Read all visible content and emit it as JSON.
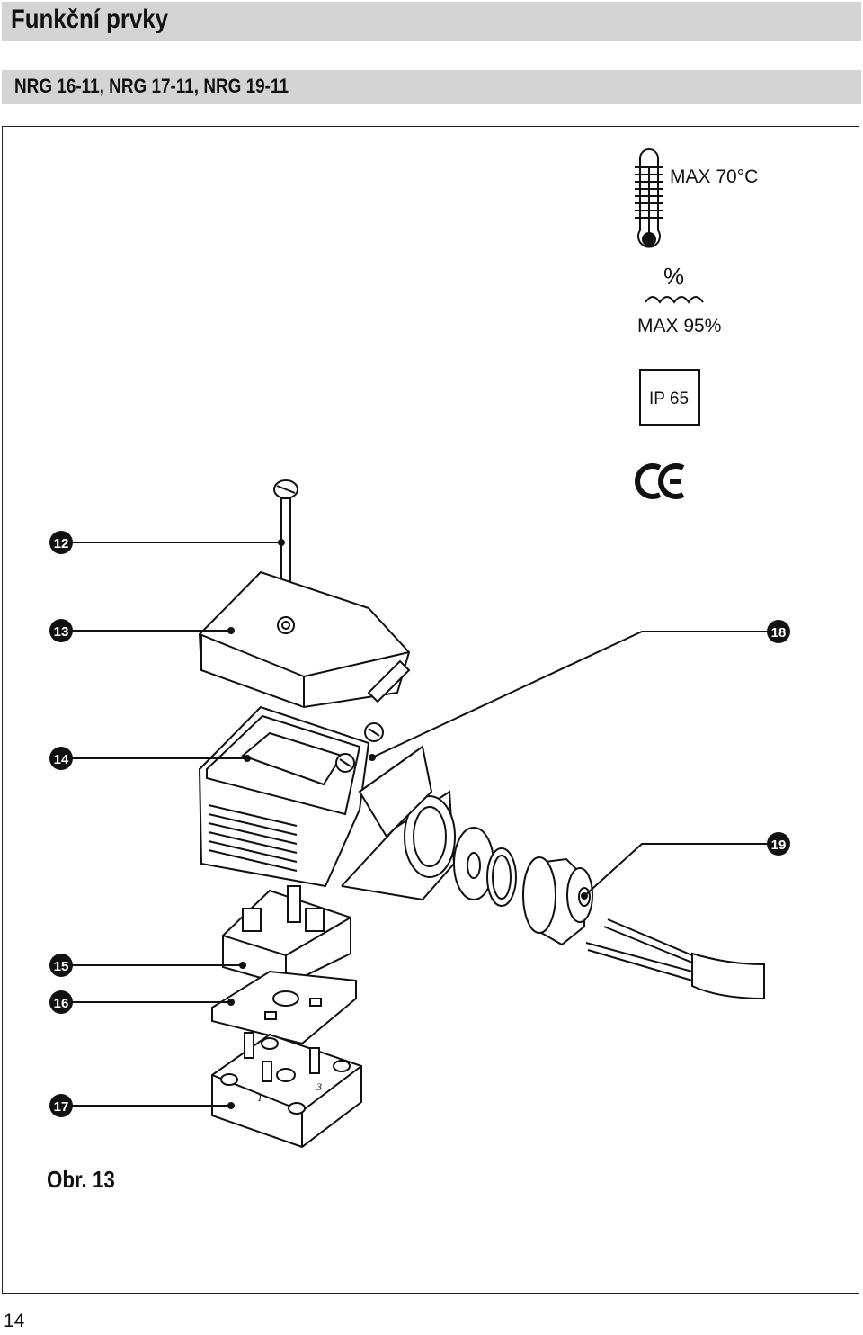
{
  "header": {
    "title": "Funkční prvky",
    "subtitle": "NRG 16-11, NRG 17-11, NRG 19-11"
  },
  "specs": {
    "temperature": "MAX 70°C",
    "humidity_symbol": "%",
    "humidity": "MAX 95%",
    "ip_rating": "IP 65",
    "ce_mark": "CE"
  },
  "callouts": [
    "12",
    "13",
    "14",
    "15",
    "16",
    "17",
    "18",
    "19"
  ],
  "terminal_labels": [
    "1",
    "3"
  ],
  "figure": {
    "caption": "Obr. 13"
  },
  "footer": {
    "page_number": "14"
  },
  "colors": {
    "header_bar": "#d4d4d4",
    "callout_fill": "#111111"
  }
}
